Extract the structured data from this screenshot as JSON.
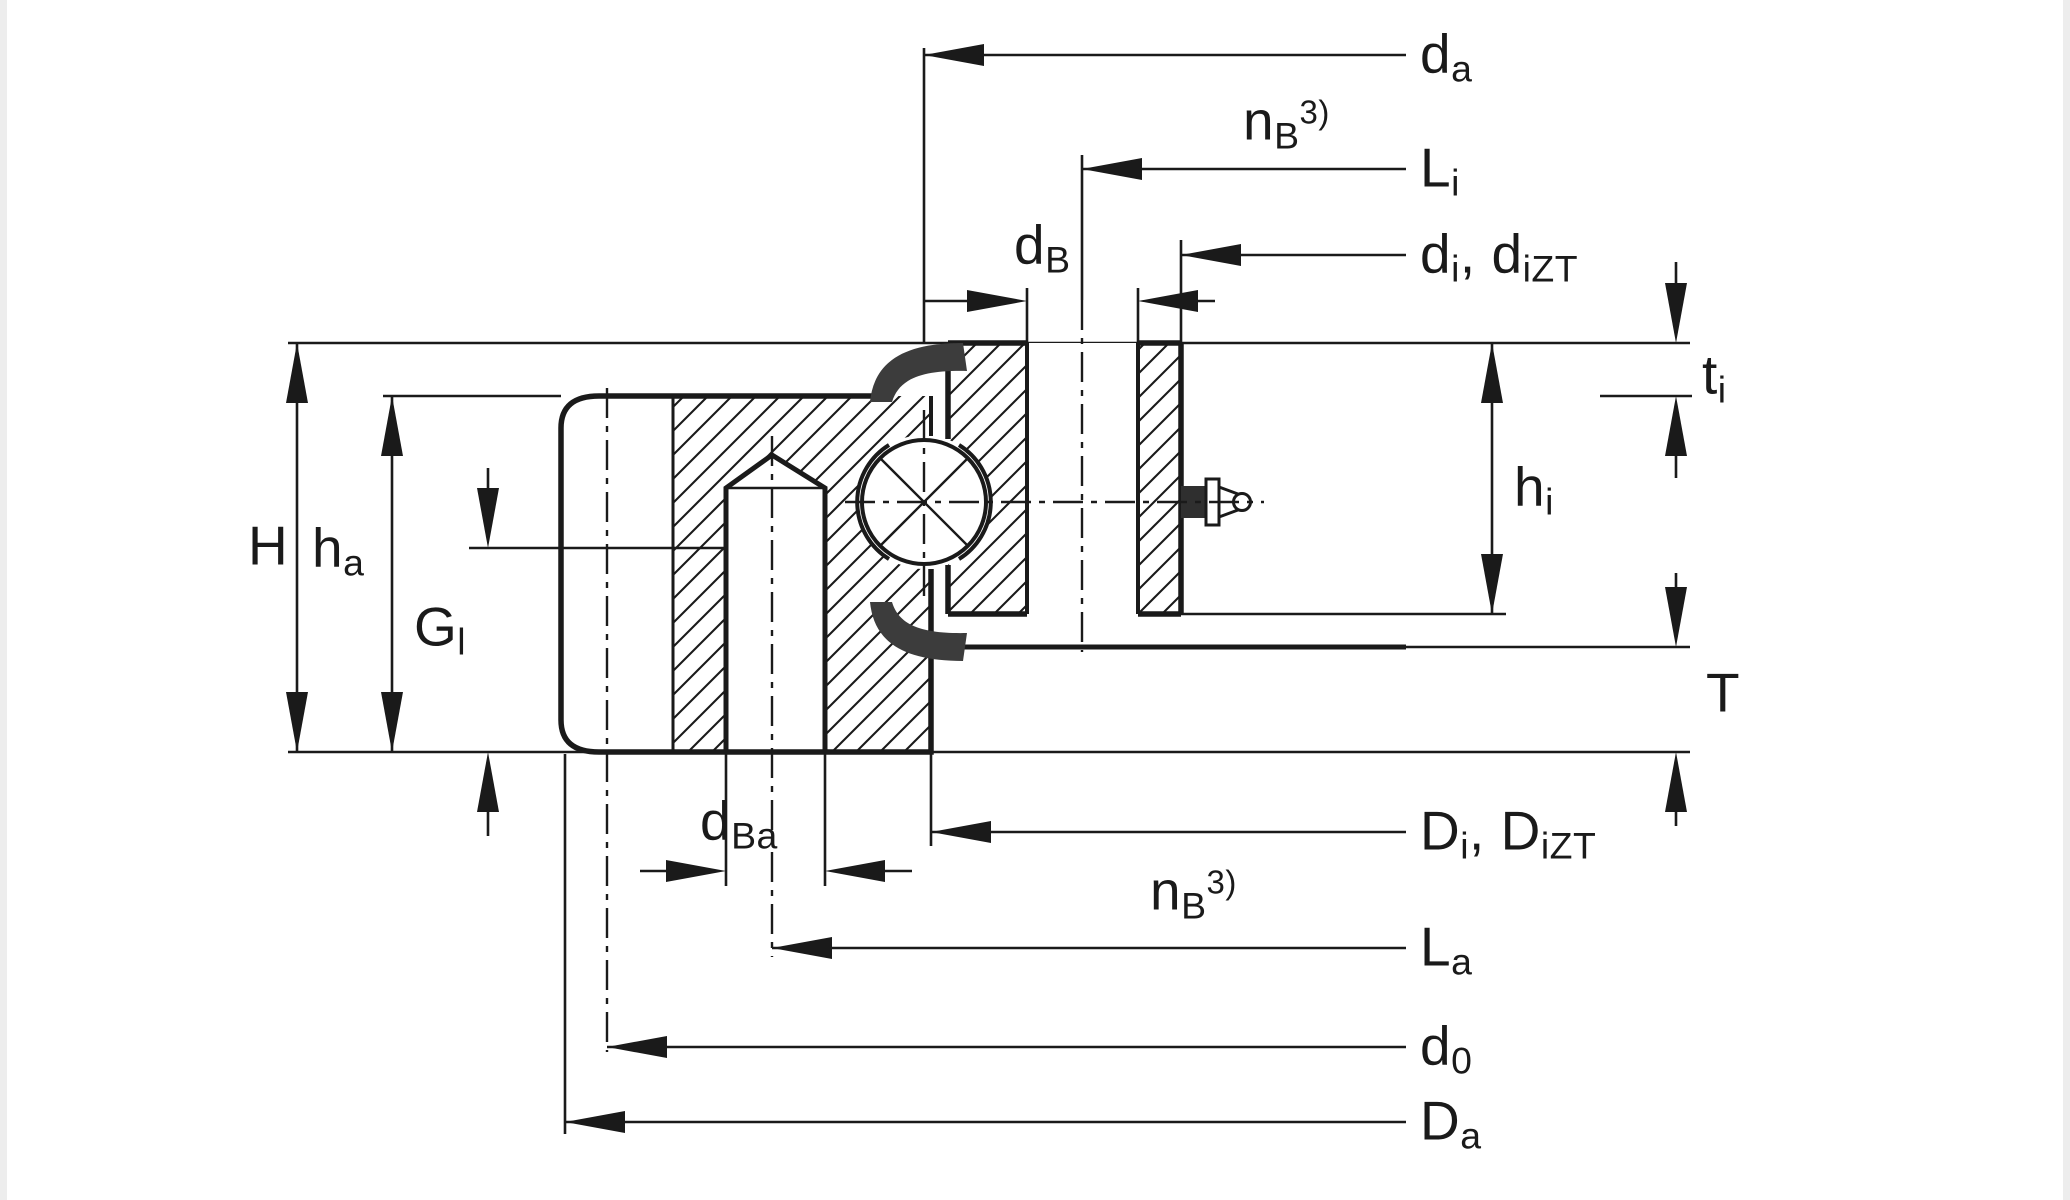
{
  "diagram": {
    "type": "technical-drawing",
    "subject": "Slewing ring bearing cross-section with dimension annotations",
    "colors": {
      "line": "#1a1a1a",
      "seal": "#3c3c3c",
      "background": "#ffffff"
    }
  },
  "labels": {
    "da_top": {
      "base": "d",
      "sub": "a"
    },
    "nb_top": {
      "base": "n",
      "sub": "B",
      "sup": "3)"
    },
    "li": {
      "base": "L",
      "sub": "i"
    },
    "db": {
      "base": "d",
      "sub": "B"
    },
    "di_dizt": {
      "b1": "d",
      "s1": "i",
      "sep": ", ",
      "b2": "d",
      "s2": "iZT"
    },
    "ti": {
      "base": "t",
      "sub": "i"
    },
    "hi": {
      "base": "h",
      "sub": "i"
    },
    "H": {
      "base": "H"
    },
    "ha": {
      "base": "h",
      "sub": "a"
    },
    "gl": {
      "base": "G",
      "sub": "l"
    },
    "dba": {
      "base": "d",
      "sub": "Ba"
    },
    "Di_Dizt": {
      "b1": "D",
      "s1": "i",
      "sep": ", ",
      "b2": "D",
      "s2": "iZT"
    },
    "nb_bottom": {
      "base": "n",
      "sub": "B",
      "sup": "3)"
    },
    "la": {
      "base": "L",
      "sub": "a"
    },
    "d0": {
      "base": "d",
      "sub": "0"
    },
    "Da": {
      "base": "D",
      "sub": "a"
    },
    "T": {
      "base": "T"
    }
  }
}
